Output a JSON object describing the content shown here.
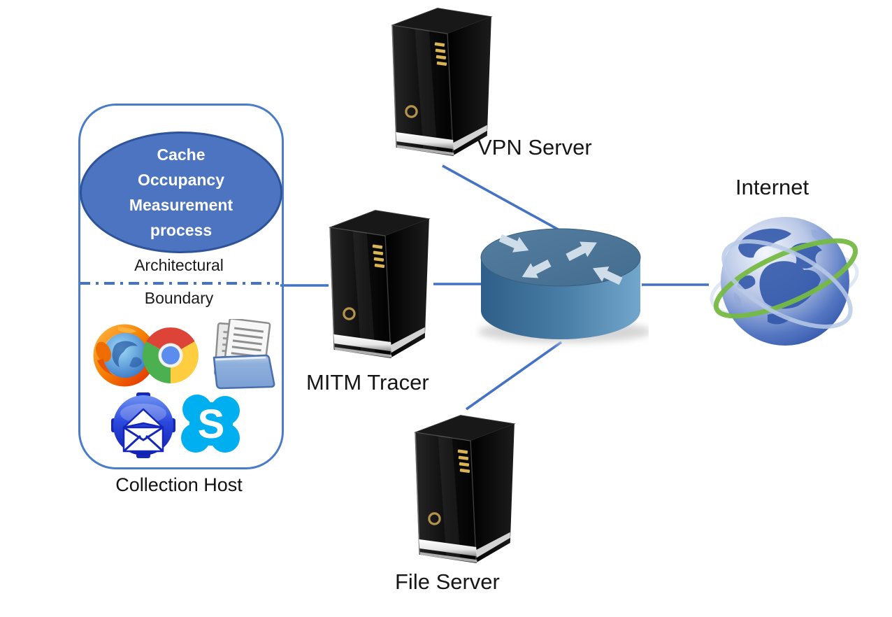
{
  "collection_host": {
    "process_label": "Cache Occupancy Measurement process",
    "boundary_line1": "Architectural",
    "boundary_line2": "Boundary",
    "label": "Collection Host",
    "skype_letter": "S",
    "app_icons": [
      "firefox-icon",
      "chrome-icon",
      "documents-folder-icon",
      "email-icon",
      "skype-icon"
    ]
  },
  "nodes": {
    "vpn_server": {
      "label": "VPN Server",
      "icon": "server-tower-icon"
    },
    "mitm_tracer": {
      "label": "MITM Tracer",
      "icon": "server-tower-icon"
    },
    "file_server": {
      "label": "File Server",
      "icon": "server-tower-icon"
    },
    "router": {
      "icon": "router-icon"
    },
    "internet": {
      "label": "Internet",
      "icon": "globe-icon"
    }
  },
  "connections": [
    {
      "from": "collection_host",
      "to": "mitm_tracer"
    },
    {
      "from": "mitm_tracer",
      "to": "router"
    },
    {
      "from": "vpn_server",
      "to": "router"
    },
    {
      "from": "file_server",
      "to": "router"
    },
    {
      "from": "router",
      "to": "internet"
    }
  ],
  "colors": {
    "connector": "#4472C4",
    "host_border": "#4A7CC7",
    "process_fill": "#4C74C0",
    "process_stroke": "#2E5399",
    "process_text": "#FFFFFF",
    "label_text": "#161616",
    "router_top": "#4A7292",
    "router_body_left": "#2E5E89",
    "router_body_right": "#73A6CB",
    "router_arrows": "#CFDDE9",
    "skype_blue": "#00AFF0",
    "led_gold": "#D9B452"
  }
}
